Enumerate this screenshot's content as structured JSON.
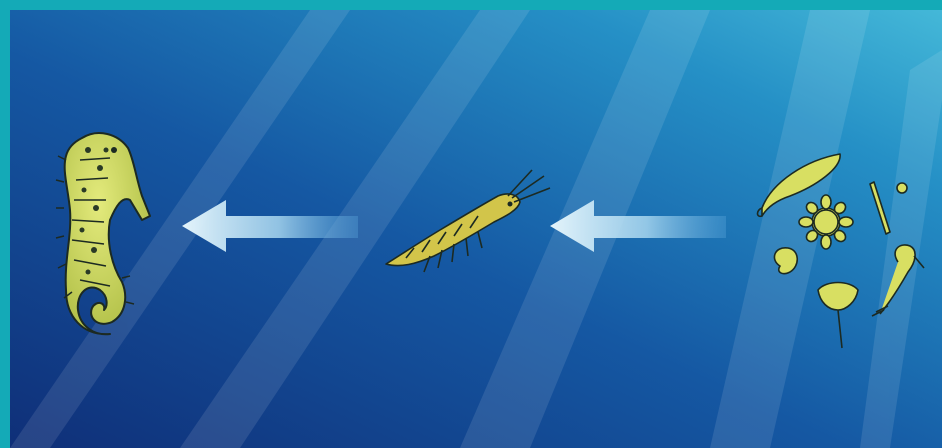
{
  "diagram": {
    "type": "food-chain",
    "direction": "right-to-left",
    "nodes": [
      {
        "id": "seahorse",
        "icon": "seahorse-icon"
      },
      {
        "id": "shrimp",
        "icon": "shrimp-icon"
      },
      {
        "id": "plankton",
        "icon": "plankton-icon"
      }
    ],
    "arrows": [
      {
        "from": "plankton",
        "to": "shrimp"
      },
      {
        "from": "shrimp",
        "to": "seahorse"
      }
    ]
  },
  "colors": {
    "frame": "#14aab7",
    "water_deep": "#10357f",
    "water_mid": "#1562a8",
    "water_light": "#3bb2d4",
    "arrow": "#cfeaf8",
    "organism_fill": "#c9d75a",
    "organism_outline": "#1c2a22"
  }
}
